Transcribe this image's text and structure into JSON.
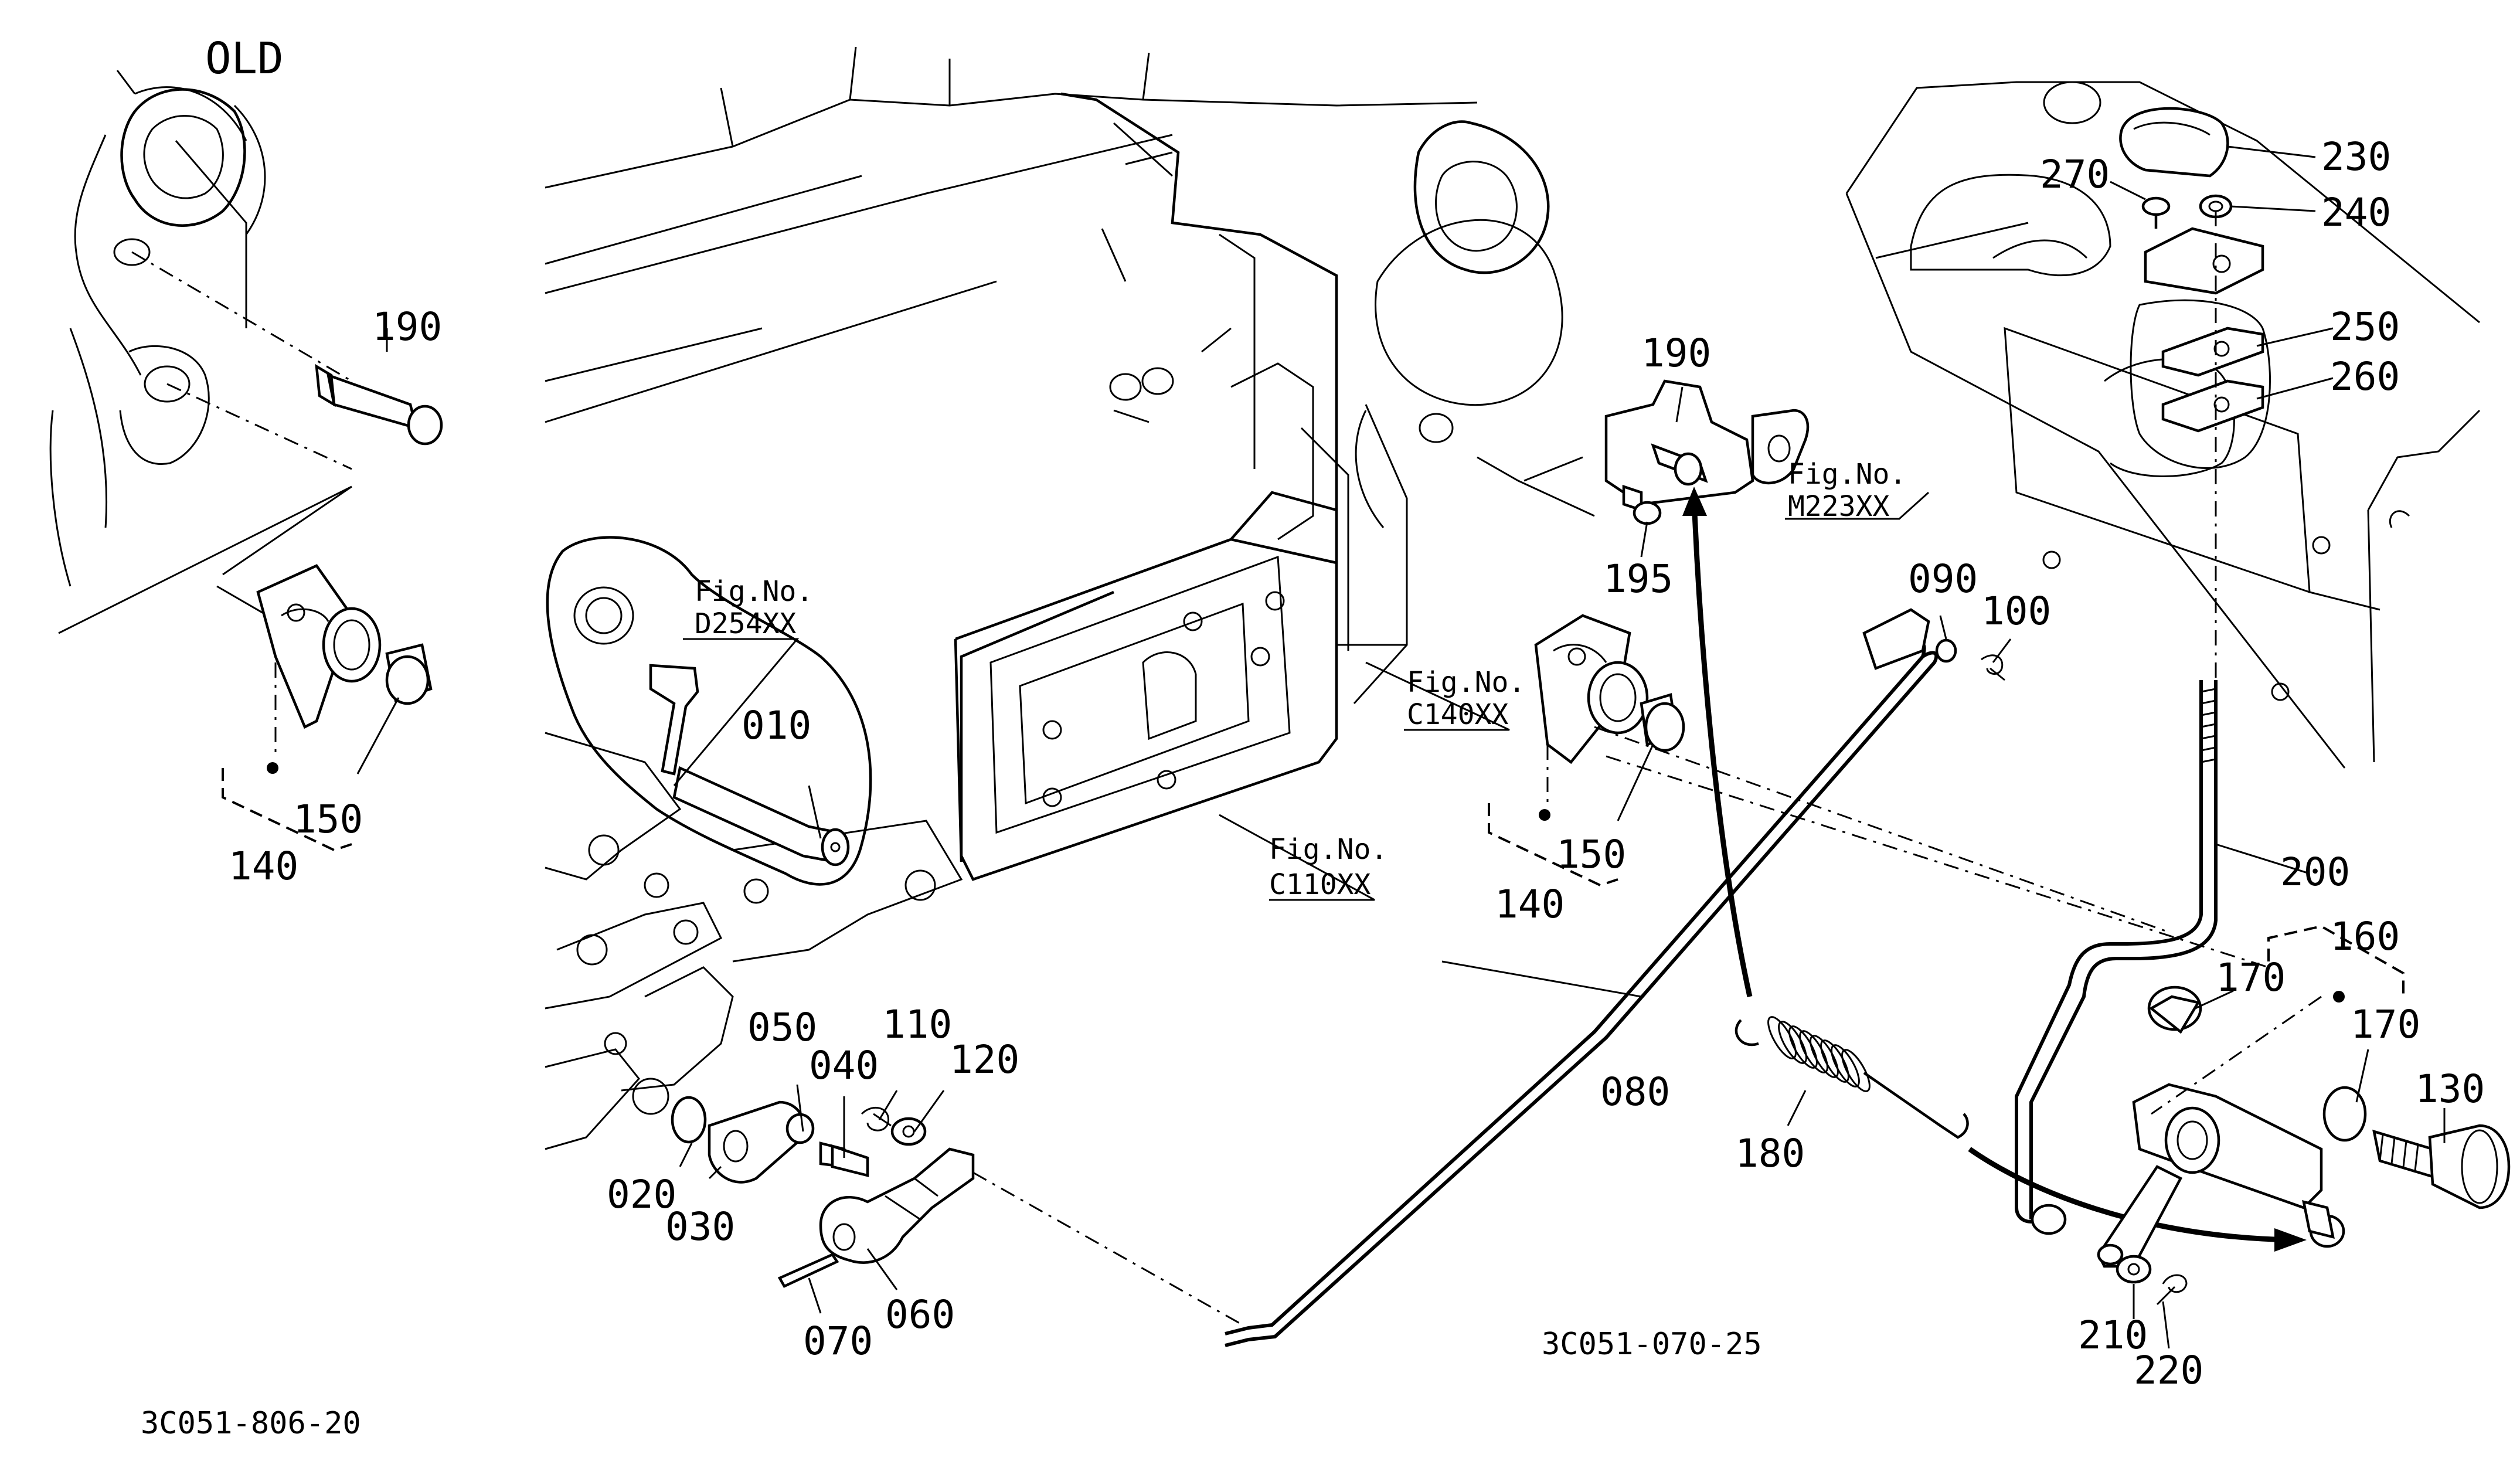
{
  "header": {
    "old_label": "OLD"
  },
  "drawing_codes": {
    "left": "3C051-806-20",
    "main": "3C051-070-25"
  },
  "fig_refs": [
    {
      "id": "d254",
      "line1": "Fig.No.",
      "line2": "D254XX"
    },
    {
      "id": "c140",
      "line1": "Fig.No.",
      "line2": "C140XX"
    },
    {
      "id": "c110",
      "line1": "Fig.No.",
      "line2": "C110XX"
    },
    {
      "id": "m223",
      "line1": "Fig.No.",
      "line2": "M223XX"
    }
  ],
  "part_labels": [
    "190",
    "150",
    "140",
    "010",
    "020",
    "030",
    "040",
    "050",
    "060",
    "070",
    "080",
    "110",
    "120",
    "190",
    "195",
    "090",
    "100",
    "150",
    "140",
    "180",
    "270",
    "230",
    "240",
    "250",
    "260",
    "200",
    "160",
    "170",
    "170",
    "130",
    "210",
    "220"
  ],
  "colors": {
    "line": "#000000",
    "background": "#ffffff"
  }
}
